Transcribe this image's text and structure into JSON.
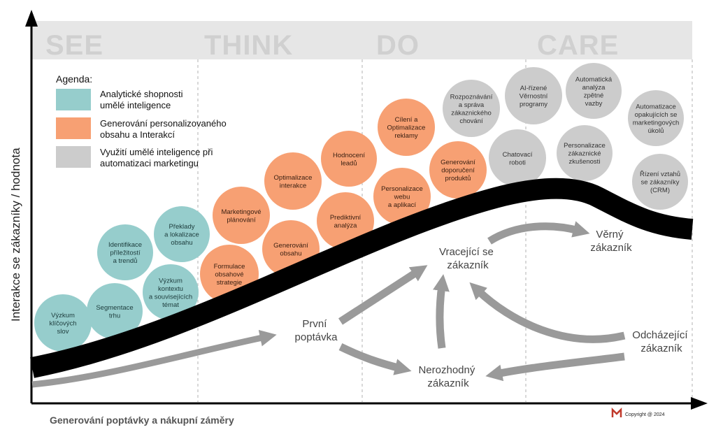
{
  "stages": [
    "SEE",
    "THINK",
    "DO",
    "CARE"
  ],
  "y_axis_label": "Interakce se zákazníky / hodnota",
  "x_axis_label": "Generování poptávky a nákupní záměry",
  "legend": {
    "title": "Agenda:",
    "items": [
      {
        "lines": [
          "Analytické shopnosti",
          "umělé inteligence"
        ],
        "color": "#96cdcc"
      },
      {
        "lines": [
          "Generování personalizovaného",
          "obsahu a Interakcí"
        ],
        "color": "#f7a073"
      },
      {
        "lines": [
          "Využití umělé inteligence při",
          "automatizaci marketingu"
        ],
        "color": "#cccccc"
      }
    ]
  },
  "bubbles": [
    {
      "lines": [
        "Výzkum",
        "klíčových",
        "slov"
      ],
      "kind": "teal"
    },
    {
      "lines": [
        "Segmentace",
        "trhu"
      ],
      "kind": "teal"
    },
    {
      "lines": [
        "Identifikace",
        "příležitostí",
        "a trendů"
      ],
      "kind": "teal"
    },
    {
      "lines": [
        "Výzkum",
        "kontextu",
        "a souvisejících",
        "témat"
      ],
      "kind": "teal"
    },
    {
      "lines": [
        "Překlady",
        "a lokalizace",
        "obsahu"
      ],
      "kind": "teal"
    },
    {
      "lines": [
        "Formulace",
        "obsahové",
        "strategie"
      ],
      "kind": "orange"
    },
    {
      "lines": [
        "Marketingové",
        "plánování"
      ],
      "kind": "orange"
    },
    {
      "lines": [
        "Generování",
        "obsahu"
      ],
      "kind": "orange"
    },
    {
      "lines": [
        "Optimalizace",
        "interakce"
      ],
      "kind": "orange"
    },
    {
      "lines": [
        "Prediktivní",
        "analýza"
      ],
      "kind": "orange"
    },
    {
      "lines": [
        "Hodnocení",
        "leadů"
      ],
      "kind": "orange"
    },
    {
      "lines": [
        "Personalizace",
        "webu",
        "a aplikací"
      ],
      "kind": "orange"
    },
    {
      "lines": [
        "Cílení a",
        "Optimalizace",
        "reklamy"
      ],
      "kind": "orange"
    },
    {
      "lines": [
        "Generování",
        "doporučení",
        "produktů"
      ],
      "kind": "orange"
    },
    {
      "lines": [
        "Rozpoznávání",
        "a správa",
        "zákaznického",
        "chování"
      ],
      "kind": "gray"
    },
    {
      "lines": [
        "Chatovací",
        "roboti"
      ],
      "kind": "gray"
    },
    {
      "lines": [
        "AI-řízené",
        "Věrnostní",
        "programy"
      ],
      "kind": "gray"
    },
    {
      "lines": [
        "Personalizace",
        "zákaznické",
        "zkušenosti"
      ],
      "kind": "gray"
    },
    {
      "lines": [
        "Automatická",
        "analýza",
        "zpětné",
        "vazby"
      ],
      "kind": "gray"
    },
    {
      "lines": [
        "Automatizace",
        "opakujících se",
        "marketingových",
        "úkolů"
      ],
      "kind": "gray"
    },
    {
      "lines": [
        "Řízení vztahů",
        "se zákazníky",
        "(CRM)"
      ],
      "kind": "gray"
    }
  ],
  "journey": {
    "first_inquiry": [
      "První",
      "poptávka"
    ],
    "returning": [
      "Vracející se",
      "zákazník"
    ],
    "loyal": [
      "Věrný",
      "zákazník"
    ],
    "undecided": [
      "Nerozhodný",
      "zákazník"
    ],
    "leaving": [
      "Odcházející",
      "zákazník"
    ]
  },
  "copyright": "Copyright @ 2024",
  "colors": {
    "teal": "#96cdcc",
    "orange": "#f7a073",
    "gray": "#cccccc",
    "arrow": "#9a9a9a",
    "band": "#e6e6e6",
    "stage_text": "#d0d0d0",
    "logo": "#c0392b"
  }
}
